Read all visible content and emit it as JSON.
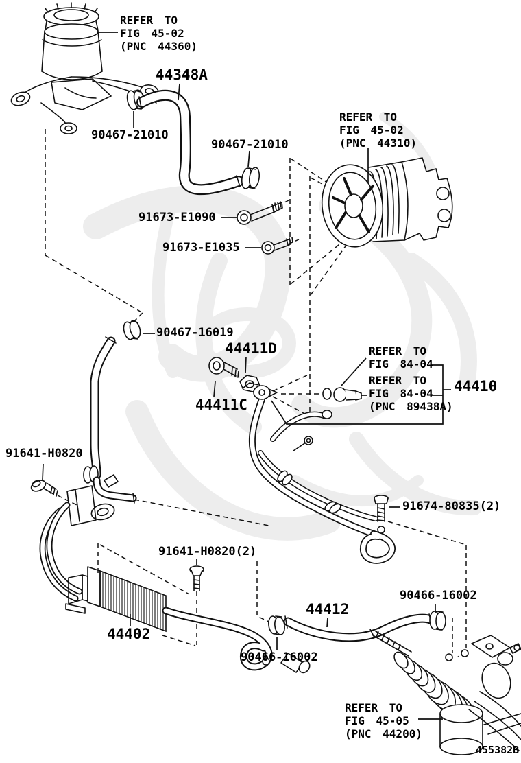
{
  "diagram": {
    "number": "455382B",
    "labels": [
      "44348A",
      "90467-21010",
      "90467-21010",
      "91673-E1090",
      "91673-E1035",
      "90467-16019",
      "44411D",
      "44411C",
      "44410",
      "91641-H0820",
      "91674-80835(2)",
      "91641-H0820(2)",
      "44402",
      "44412",
      "90466-16002",
      "90466-16002"
    ],
    "refer_notes": [
      [
        "REFER TO",
        "FIG 45-02",
        "(PNC 44360)"
      ],
      [
        "REFER TO",
        "FIG 45-02",
        "(PNC 44310)"
      ],
      [
        "REFER TO",
        "FIG 84-04"
      ],
      [
        "REFER TO",
        "FIG 84-04",
        "(PNC 89438A)"
      ],
      [
        "REFER TO",
        "FIG 45-05",
        "(PNC 44200)"
      ]
    ],
    "colors": {
      "ink": "#111111",
      "watermark": "#ededed",
      "background": "#ffffff"
    }
  }
}
